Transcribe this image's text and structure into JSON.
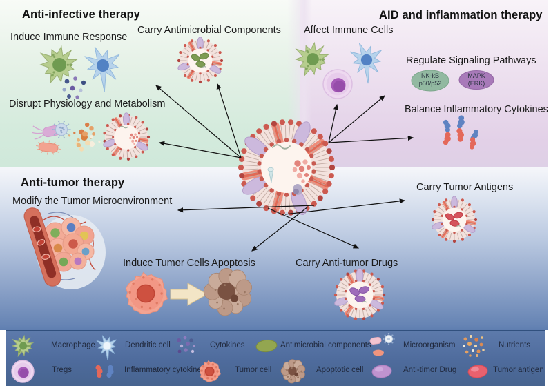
{
  "figure": {
    "regions": {
      "anti_infective": {
        "title": "Anti-infective therapy",
        "items": [
          "Induce Immune Response",
          "Carry Antimicrobial Components",
          "Disrupt Physiology and Metabolism"
        ]
      },
      "aid_inflammation": {
        "title": "AID and inflammation therapy",
        "items": [
          "Affect Immune Cells",
          "Regulate Signaling Pathways",
          "Balance Inflammatory Cytokines"
        ],
        "badges": {
          "nfkb": {
            "line1": "NK-kB",
            "line2": "p50/p52"
          },
          "mapk": {
            "line1": "MAPK",
            "line2": "(ERK)"
          }
        }
      },
      "anti_tumor": {
        "title": "Anti-tumor therapy",
        "items": [
          "Modify the Tumor Microenvironment",
          "Induce Tumor Cells Apoptosis",
          "Carry Anti-tumor Drugs",
          "Carry Tumor Antigens"
        ]
      }
    },
    "legend": {
      "row1": [
        {
          "icon": "macrophage-icon",
          "label": "Macrophage"
        },
        {
          "icon": "dendritic-cell-icon",
          "label": "Dendritic cell"
        },
        {
          "icon": "cytokines-icon",
          "label": "Cytokines"
        },
        {
          "icon": "antimicrobial-components-icon",
          "label": "Antimicrobial components"
        },
        {
          "icon": "microorganism-icon",
          "label": "Microorganism"
        },
        {
          "icon": "nutrients-icon",
          "label": "Nutrients"
        }
      ],
      "row2": [
        {
          "icon": "tregs-icon",
          "label": "Tregs"
        },
        {
          "icon": "inflammatory-cytokines-icon",
          "label": "Inflammatory cytokines"
        },
        {
          "icon": "tumor-cell-icon",
          "label": "Tumor cell"
        },
        {
          "icon": "apoptotic-cell-icon",
          "label": "Apoptotic cell"
        },
        {
          "icon": "anti-tumor-drug-icon",
          "label": "Anti-timor Drug"
        },
        {
          "icon": "tumor-antigen-icon",
          "label": "Tumor antigen"
        }
      ]
    },
    "colors": {
      "anti_infective_bg": "#d5ebdd",
      "aid_bg": "#e2d0e7",
      "anti_tumor_bg": "#6584b3",
      "legend_bar": "#51709f",
      "arrow": "#111111",
      "membrane_dot": "#cc5a50",
      "membrane_band": "#ee8d7b",
      "membrane_protein": "#ccb9dd",
      "nfkb_badge": "#92b9a1",
      "mapk_badge": "#a87ab9"
    }
  }
}
